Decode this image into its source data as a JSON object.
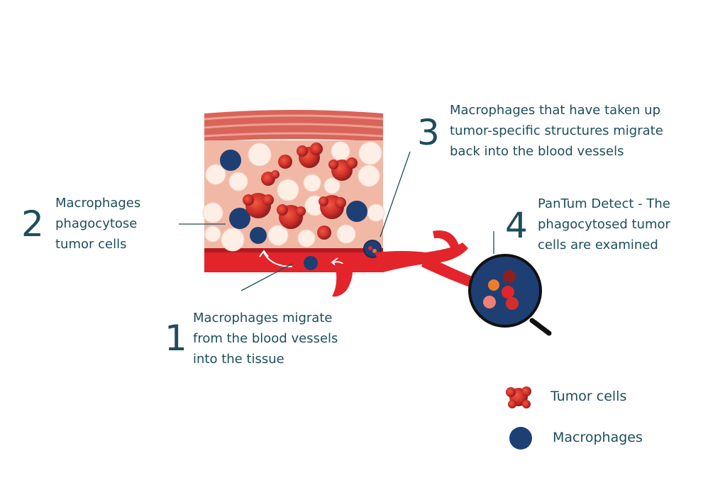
{
  "steps": [
    {
      "number": "1",
      "lines": [
        "Macrophages migrate",
        "from the blood vessels",
        "into the tissue"
      ]
    },
    {
      "number": "2",
      "lines": [
        "Macrophages",
        "phagocytose",
        "tumor cells"
      ]
    },
    {
      "number": "3",
      "lines": [
        "Macrophages that have taken up",
        "tumor-specific structures migrate",
        "back into the blood vessels"
      ]
    },
    {
      "number": "4",
      "lines": [
        "PanTum Detect - The",
        "phagocytosed tumor",
        "cells are examined"
      ]
    }
  ],
  "legend": {
    "tumor": "Tumor cells",
    "macrophage": "Macrophages"
  },
  "colors": {
    "text": "#1d4e5c",
    "macrophage": "#1e3f73",
    "blood": "#e3242b",
    "tumor": "#c8352a",
    "tissue": "#f1b7a6"
  }
}
